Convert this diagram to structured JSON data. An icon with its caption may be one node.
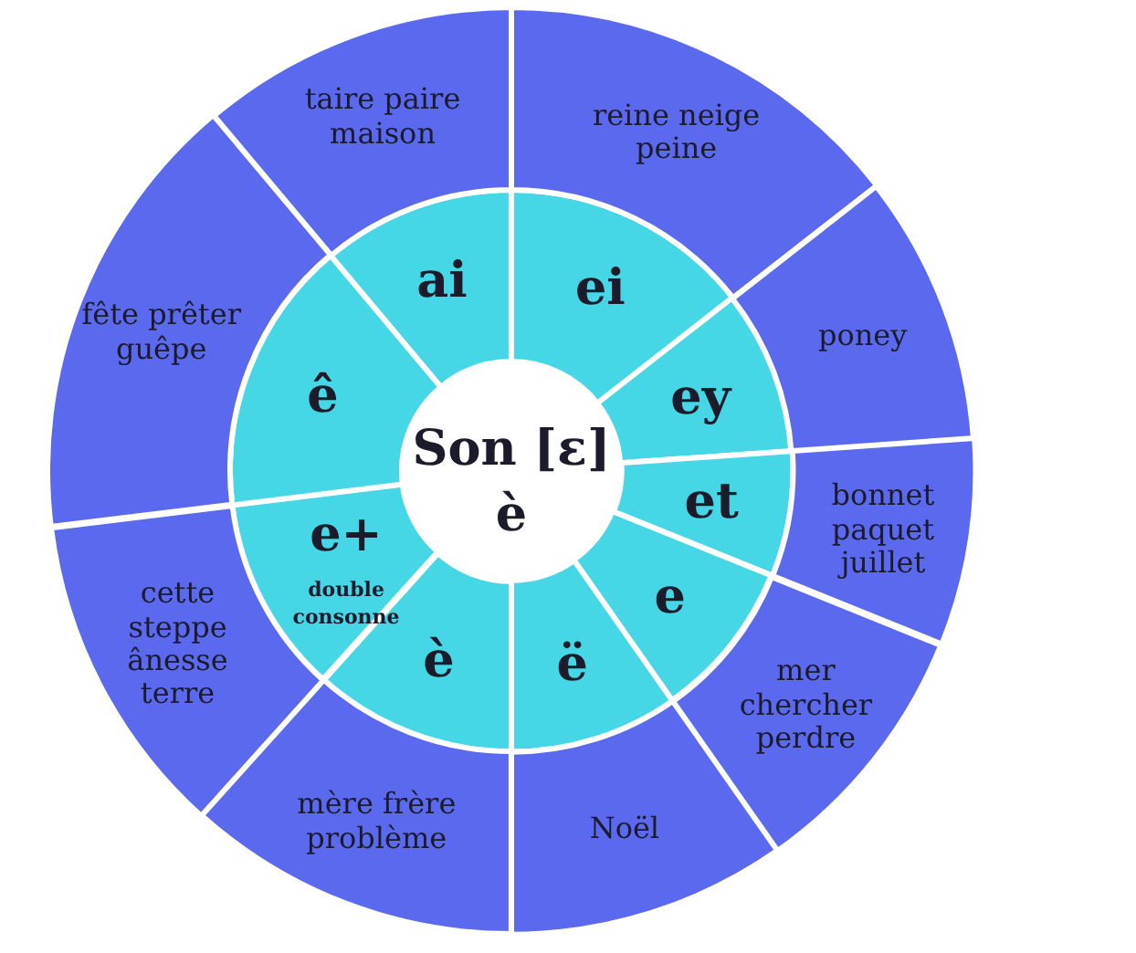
{
  "diagram": {
    "nodes": [
      {
        "text": [
          "Son [ɛ]",
          "è"
        ]
      },
      {
        "text": [
          "ai"
        ]
      },
      {
        "text": [
          "taire paire maison"
        ]
      },
      {
        "text": [
          "ei"
        ]
      },
      {
        "text": [
          "reine neige peine"
        ]
      },
      {
        "text": [
          "ey"
        ]
      },
      {
        "text": [
          "poney"
        ]
      },
      {
        "text": [
          "et"
        ]
      },
      {
        "text": [
          "bonnet paquet juillet"
        ]
      },
      {
        "text": [
          "e"
        ]
      },
      {
        "text": [
          "mer chercher perdre"
        ]
      },
      {
        "text": [
          "ë"
        ]
      },
      {
        "text": [
          "Noël"
        ]
      },
      {
        "text": [
          "è"
        ]
      },
      {
        "text": [
          "mère frère problème"
        ]
      },
      {
        "text": [
          "e+",
          "double consonne"
        ]
      },
      {
        "text": [
          "cette steppe ânesse terre"
        ]
      },
      {
        "text": [
          "ê"
        ]
      },
      {
        "text": [
          "fête prêter guêpe"
        ]
      }
    ]
  }
}
